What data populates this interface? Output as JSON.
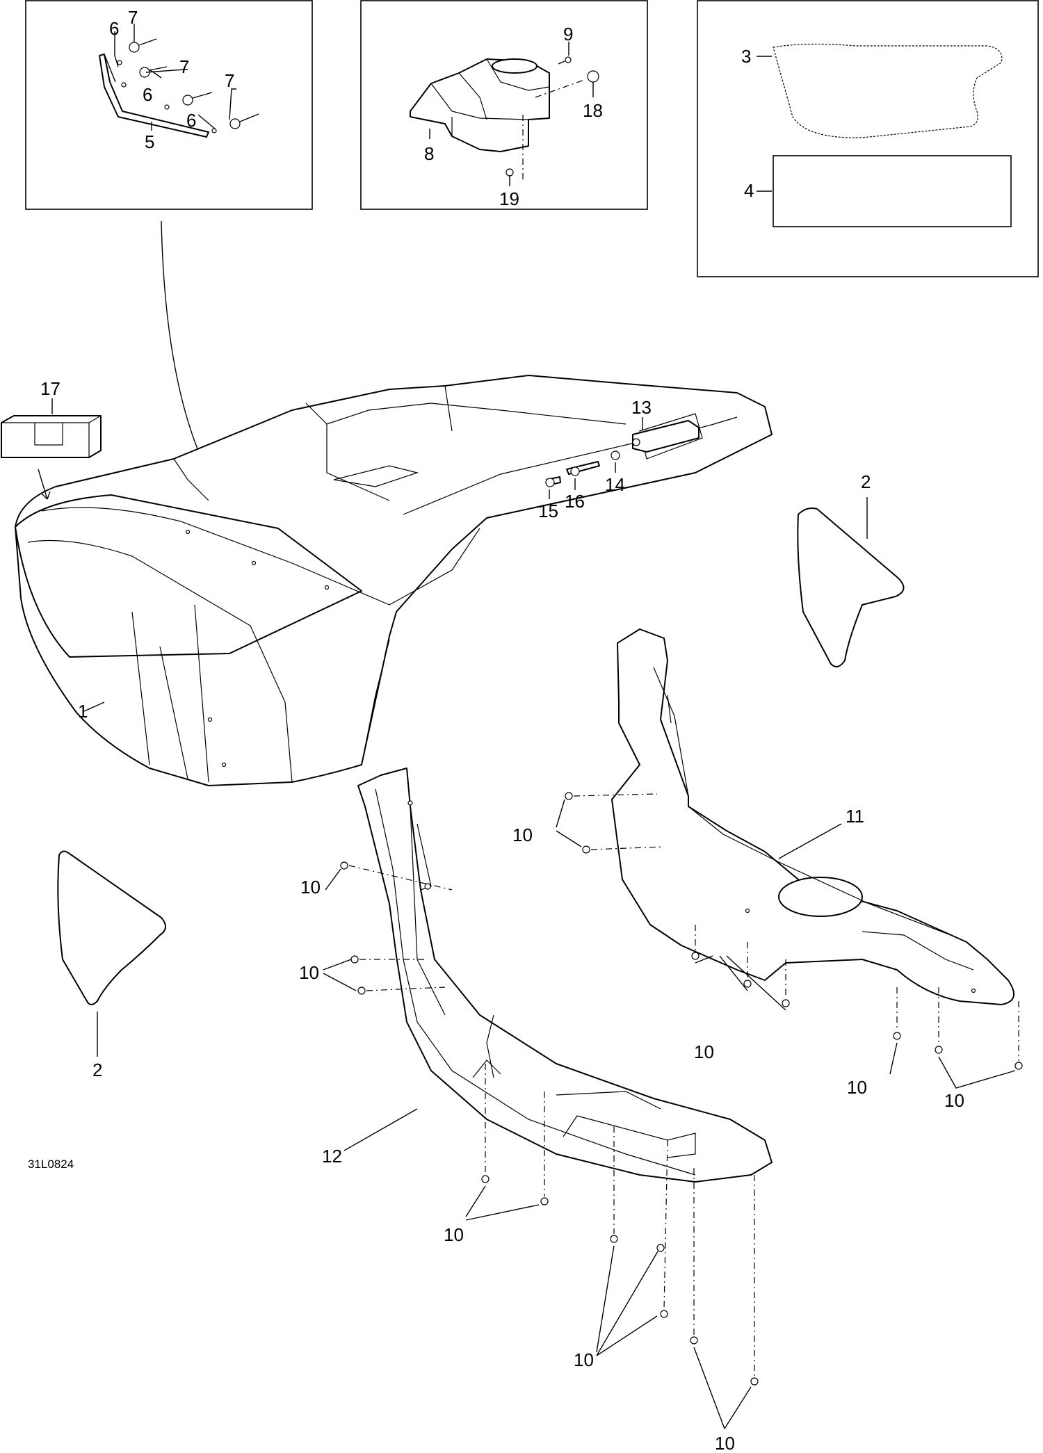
{
  "diagram": {
    "code": "31L0824",
    "callouts": {
      "c1": "1",
      "c2a": "2",
      "c2b": "2",
      "c3": "3",
      "c4": "4",
      "c5": "5",
      "c6a": "6",
      "c6b": "6",
      "c6c": "6",
      "c7a": "7",
      "c7b": "7",
      "c7c": "7",
      "c8": "8",
      "c9": "9",
      "c10a": "10",
      "c10b": "10",
      "c10c": "10",
      "c10d": "10",
      "c10e": "10",
      "c10f": "10",
      "c10g": "10",
      "c10h": "10",
      "c10i": "10",
      "c11": "11",
      "c12": "12",
      "c13": "13",
      "c14": "14",
      "c15": "15",
      "c16": "16",
      "c17": "17",
      "c18": "18",
      "c19": "19"
    }
  }
}
